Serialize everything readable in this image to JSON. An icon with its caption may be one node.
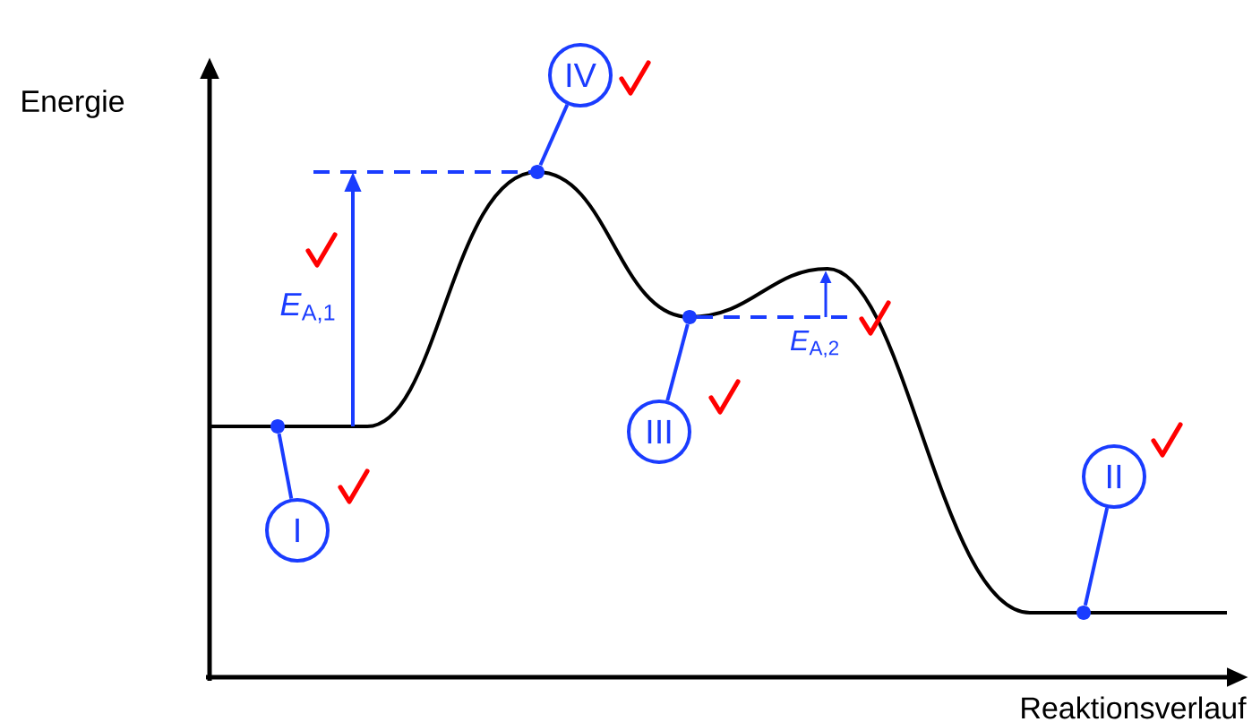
{
  "diagram": {
    "nodes": [
      {
        "text": [
          "I"
        ]
      },
      {
        "text": [
          "II"
        ]
      },
      {
        "text": [
          "III"
        ]
      },
      {
        "text": [
          "IV"
        ]
      },
      {
        "text": [],
        "shape": "circle"
      },
      {
        "text": [],
        "shape": "circle"
      },
      {
        "text": [],
        "shape": "circle"
      },
      {
        "text": [],
        "shape": "circle"
      }
    ],
    "edges": [
      {
        "from": 0,
        "to": 4,
        "arrow": "none"
      },
      {
        "from": 1,
        "to": 5,
        "arrow": "none"
      },
      {
        "from": 2,
        "to": 6,
        "arrow": "none"
      },
      {
        "from": 3,
        "to": 7,
        "arrow": "none"
      }
    ],
    "labels": [
      "Energie",
      "*E*$_{A,1}$",
      "*E*$_{A,2}$",
      "Reaktionsverlauf"
    ]
  }
}
